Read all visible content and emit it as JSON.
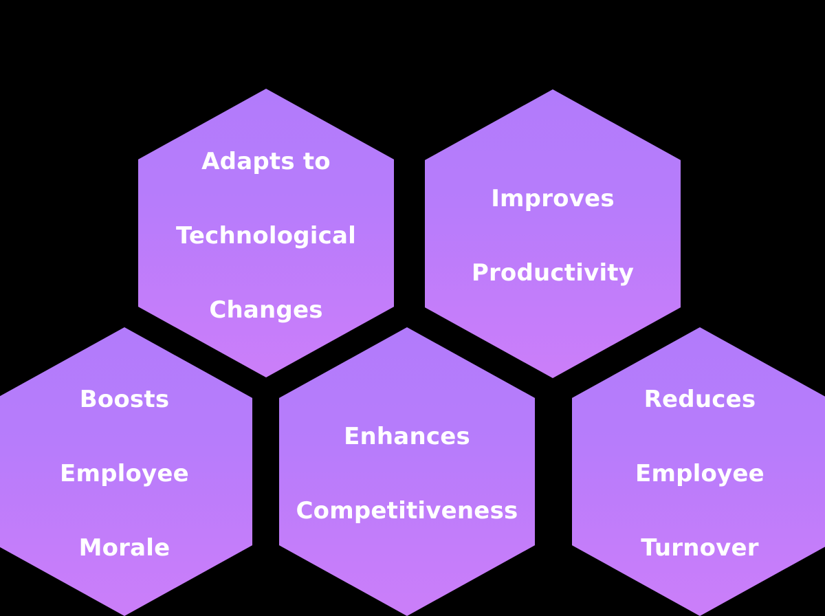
{
  "diagram": {
    "type": "hexagon-cluster",
    "background_color": "#000000",
    "hex_fill_gradient": {
      "top": "#b27bfb",
      "bottom": "#cb7ef9"
    },
    "text_color": "#ffffff",
    "hexagons": [
      {
        "position": "top-left",
        "lines": [
          "Adapts to",
          "Technological",
          "Changes"
        ]
      },
      {
        "position": "top-right",
        "lines": [
          "Improves",
          "Productivity"
        ]
      },
      {
        "position": "bottom-left",
        "lines": [
          "Boosts",
          "Employee",
          "Morale"
        ]
      },
      {
        "position": "bottom-middle",
        "lines": [
          "Enhances",
          "Competitiveness"
        ]
      },
      {
        "position": "bottom-right",
        "lines": [
          "Reduces",
          "Employee",
          "Turnover"
        ]
      }
    ]
  }
}
